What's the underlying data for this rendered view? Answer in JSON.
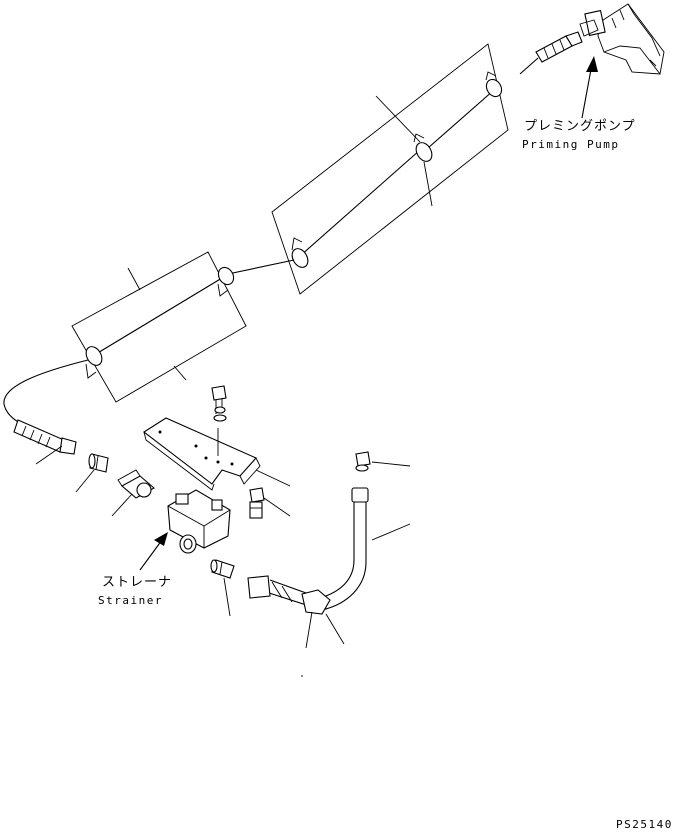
{
  "labels": {
    "priming_pump_jp": "プレミングポンプ",
    "priming_pump_en": "Priming Pump",
    "strainer_jp": "ストレーナ",
    "strainer_en": "Strainer",
    "drawing_code": "PS25140"
  }
}
